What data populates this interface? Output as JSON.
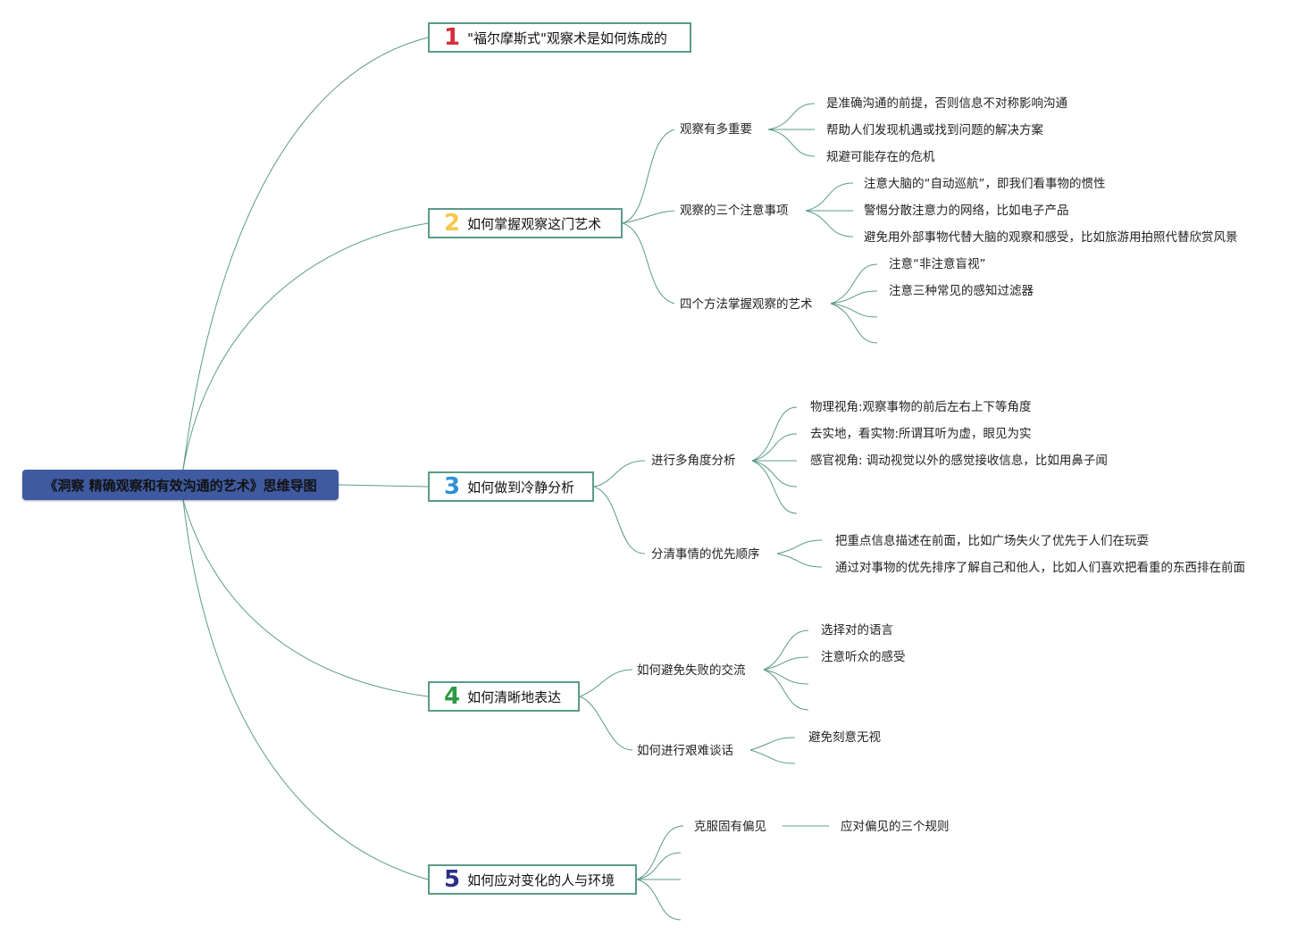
{
  "root": {
    "title": "《洞察 精确观察和有效沟通的艺术》思维导图"
  },
  "colors": {
    "line": "#5b9a8b",
    "root_bg": "#3f5aa0",
    "num1": "#d62d3c",
    "num2": "#f4c84a",
    "num3": "#2f8fd8",
    "num4": "#2e9a45",
    "num5": "#2b2f86"
  },
  "branches": [
    {
      "num": "1",
      "label": "\"福尔摩斯式\"观察术是如何炼成的"
    },
    {
      "num": "2",
      "label": "如何掌握观察这门艺术",
      "subs": [
        {
          "label": "观察有多重要",
          "leaves": [
            "是准确沟通的前提，否则信息不对称影响沟通",
            "帮助人们发现机遇或找到问题的解决方案",
            "规避可能存在的危机"
          ]
        },
        {
          "label": "观察的三个注意事项",
          "leaves": [
            "注意大脑的“自动巡航”，即我们看事物的惯性",
            "警惕分散注意力的网络，比如电子产品",
            "避免用外部事物代替大脑的观察和感受，比如旅游用拍照代替欣赏风景"
          ]
        },
        {
          "label": "四个方法掌握观察的艺术",
          "leaves": [
            "注意“非注意盲视”",
            "注意三种常见的感知过滤器"
          ]
        }
      ]
    },
    {
      "num": "3",
      "label": "如何做到冷静分析",
      "subs": [
        {
          "label": "进行多角度分析",
          "leaves": [
            "物理视角:观察事物的前后左右上下等角度",
            "去实地，看实物:所谓耳听为虚，眼见为实",
            "感官视角: 调动视觉以外的感觉接收信息，比如用鼻子闻"
          ]
        },
        {
          "label": "分清事情的优先顺序",
          "leaves": [
            "把重点信息描述在前面，比如广场失火了优先于人们在玩耍",
            "通过对事物的优先排序了解自己和他人，比如人们喜欢把看重的东西排在前面"
          ]
        }
      ]
    },
    {
      "num": "4",
      "label": "如何清晰地表达",
      "subs": [
        {
          "label": "如何避免失败的交流",
          "leaves": [
            "选择对的语言",
            "注意听众的感受"
          ]
        },
        {
          "label": "如何进行艰难谈话",
          "leaves": [
            "避免刻意无视"
          ]
        }
      ]
    },
    {
      "num": "5",
      "label": "如何应对变化的人与环境",
      "subs": [
        {
          "label": "克服固有偏见",
          "leaves": [
            "应对偏见的三个规则"
          ]
        }
      ]
    }
  ]
}
